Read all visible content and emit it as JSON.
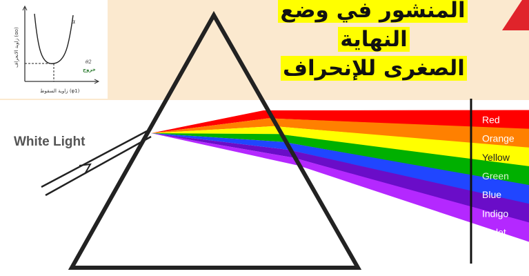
{
  "title": {
    "line1": "المنشور في وضع النهاية",
    "line2": "الصغرى للإنحراف"
  },
  "incident_label": "White Light",
  "colors": {
    "top_band": "#fbe9cf",
    "accent_triangle": "#e0242b",
    "prism": "#222222",
    "marker": "#2e7d32"
  },
  "spectrum": [
    {
      "name": "Red",
      "color": "#ff0000"
    },
    {
      "name": "Orange",
      "color": "#ff8000"
    },
    {
      "name": "Yellow",
      "color": "#ffff00"
    },
    {
      "name": "Green",
      "color": "#00b000"
    },
    {
      "name": "Blue",
      "color": "#2046ff"
    },
    {
      "name": "Indigo",
      "color": "#6a0dc8"
    },
    {
      "name": "Violet",
      "color": "#b428ff"
    }
  ],
  "inset_graph": {
    "ylabel": "زاوية الانحراف (αo)",
    "xlabel": "زاوية السقوط (φ1)",
    "curve_label": "α",
    "angle_label": "θ2",
    "marker_label": "خروج"
  }
}
